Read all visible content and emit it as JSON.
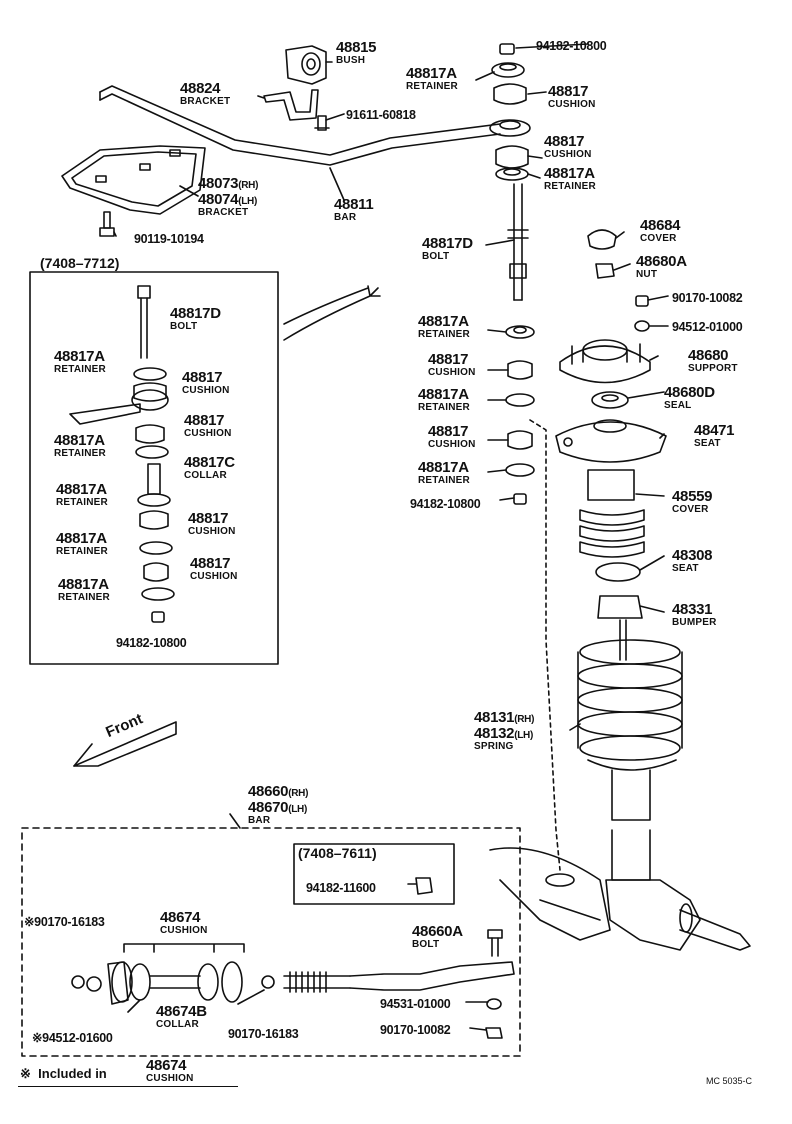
{
  "parts": {
    "p48815": {
      "num": "48815",
      "name": "BUSH"
    },
    "p48824": {
      "num": "48824",
      "name": "BRACKET"
    },
    "p91611": {
      "num": "91611-60818"
    },
    "p48073": {
      "num": "48073",
      "sfx": "(RH)"
    },
    "p48074": {
      "num": "48074",
      "sfx": "(LH)",
      "name": "BRACKET"
    },
    "p90119": {
      "num": "90119-10194"
    },
    "p48811": {
      "num": "48811",
      "name": "BAR"
    },
    "p94182_top": {
      "num": "94182-10800"
    },
    "p48817A_t1": {
      "num": "48817A",
      "name": "RETAINER"
    },
    "p48817_t1": {
      "num": "48817",
      "name": "CUSHION"
    },
    "p48817_t2": {
      "num": "48817",
      "name": "CUSHION"
    },
    "p48817A_t2": {
      "num": "48817A",
      "name": "RETAINER"
    },
    "p48817D_m": {
      "num": "48817D",
      "name": "BOLT"
    },
    "p48817A_m1": {
      "num": "48817A",
      "name": "RETAINER"
    },
    "p48817_m1": {
      "num": "48817",
      "name": "CUSHION"
    },
    "p48817A_m2": {
      "num": "48817A",
      "name": "RETAINER"
    },
    "p48817_m2": {
      "num": "48817",
      "name": "CUSHION"
    },
    "p48817A_m3": {
      "num": "48817A",
      "name": "RETAINER"
    },
    "p94182_m": {
      "num": "94182-10800"
    },
    "p48684": {
      "num": "48684",
      "name": "COVER"
    },
    "p48680A": {
      "num": "48680A",
      "name": "NUT"
    },
    "p90170_10082_r": {
      "num": "90170-10082"
    },
    "p94512_01000": {
      "num": "94512-01000"
    },
    "p48680": {
      "num": "48680",
      "name": "SUPPORT"
    },
    "p48680D": {
      "num": "48680D",
      "name": "SEAL"
    },
    "p48471": {
      "num": "48471",
      "name": "SEAT"
    },
    "p48559": {
      "num": "48559",
      "name": "COVER"
    },
    "p48308": {
      "num": "48308",
      "name": "SEAT"
    },
    "p48331": {
      "num": "48331",
      "name": "BUMPER"
    },
    "p48131": {
      "num": "48131",
      "sfx": "(RH)"
    },
    "p48132": {
      "num": "48132",
      "sfx": "(LH)",
      "name": "SPRING"
    },
    "inset_header": "(7408–7712)",
    "i48817D": {
      "num": "48817D",
      "name": "BOLT"
    },
    "i48817A_1": {
      "num": "48817A",
      "name": "RETAINER"
    },
    "i48817_1": {
      "num": "48817",
      "name": "CUSHION"
    },
    "i48817_2": {
      "num": "48817",
      "name": "CUSHION"
    },
    "i48817A_2": {
      "num": "48817A",
      "name": "RETAINER"
    },
    "i48817C": {
      "num": "48817C",
      "name": "COLLAR"
    },
    "i48817A_3": {
      "num": "48817A",
      "name": "RETAINER"
    },
    "i48817_3": {
      "num": "48817",
      "name": "CUSHION"
    },
    "i48817A_4": {
      "num": "48817A",
      "name": "RETAINER"
    },
    "i48817_4": {
      "num": "48817",
      "name": "CUSHION"
    },
    "i48817A_5": {
      "num": "48817A",
      "name": "RETAINER"
    },
    "i94182": {
      "num": "94182-10800"
    },
    "front_label": "Front",
    "p48660": {
      "num": "48660",
      "sfx": "(RH)"
    },
    "p48670": {
      "num": "48670",
      "sfx": "(LH)",
      "name": "BAR"
    },
    "sub_header": "(7408–7611)",
    "p94182_11600": {
      "num": "94182-11600"
    },
    "p90170_16183_a": {
      "num": "※90170-16183"
    },
    "p48674_top": {
      "num": "48674",
      "name": "CUSHION"
    },
    "p48660A": {
      "num": "48660A",
      "name": "BOLT"
    },
    "p48674B": {
      "num": "48674B",
      "name": "COLLAR"
    },
    "p90170_16183_b": {
      "num": "90170-16183"
    },
    "p94512_01600": {
      "num": "※94512-01600"
    },
    "p94531": {
      "num": "94531-01000"
    },
    "p90170_10082_b": {
      "num": "90170-10082"
    },
    "p48674_bottom": {
      "num": "48674",
      "name": "CUSHION"
    },
    "note_mark": "※",
    "note_text": "Included in",
    "diagram_code": "MC 5035-C"
  }
}
